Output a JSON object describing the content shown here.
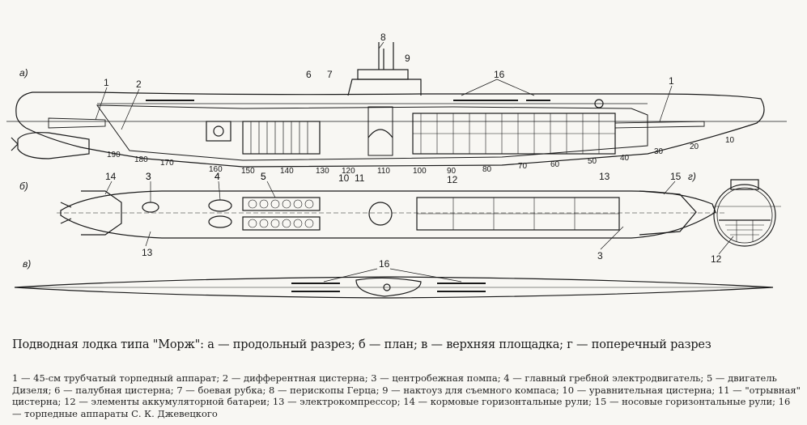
{
  "figure": {
    "view_labels": {
      "a": "а)",
      "b": "б)",
      "v": "в)",
      "g": "г)"
    },
    "callouts_a": [
      "1",
      "2",
      "3",
      "4",
      "5",
      "6",
      "7",
      "8",
      "9",
      "10",
      "11",
      "12",
      "13",
      "16",
      "1"
    ],
    "callouts_b": [
      "14",
      "3",
      "4",
      "5",
      "13",
      "3",
      "15"
    ],
    "callouts_g": [
      "12"
    ],
    "callouts_v": [
      "16"
    ],
    "frame_numbers": [
      "190",
      "180",
      "170",
      "160",
      "150",
      "140",
      "130",
      "120",
      "110",
      "100",
      "90",
      "80",
      "70",
      "60",
      "50",
      "40",
      "30",
      "20",
      "10"
    ]
  },
  "caption": {
    "title": "Подводная лодка типа \"Морж\": а — продольный разрез; б — план; в — верхняя площадка; г — поперечный разрез"
  },
  "legend": {
    "text": "1 — 45-см трубчатый торпедный аппарат; 2 — дифферентная цистерна; 3 — центробежная помпа; 4 — главный гребной электродвигатель; 5 — двигатель Дизеля; 6 — палубная цистерна; 7 — боевая рубка; 8 — перископы Герца; 9 — нактоуз для съемного компаса; 10 — уравнительная цистерна; 11 — \"отрывная\" цистерна; 12 — элементы аккумуляторной батареи; 13 — электрокомпрессор; 14 — кормовые горизонтальные рули; 15 — носовые горизонтальные рули; 16 — торпедные аппараты С. К. Джевецкого"
  }
}
